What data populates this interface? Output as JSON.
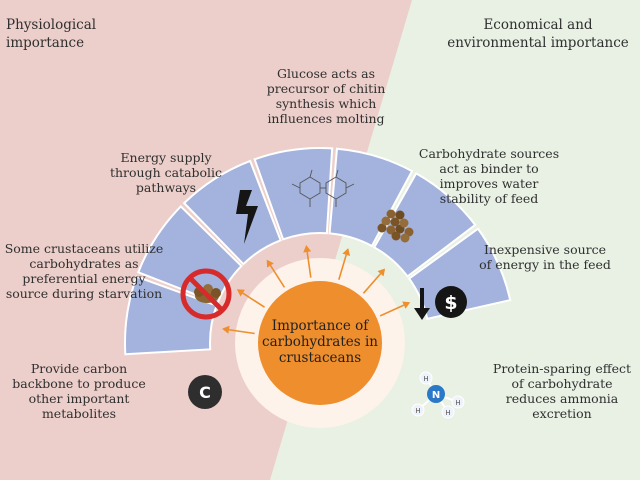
{
  "headers": {
    "physiological": "Physiological importance",
    "economical": "Economical and environmental importance"
  },
  "center": {
    "label": "Importance of carbohydrates in crustaceans"
  },
  "segments": [
    {
      "text": "Provide carbon backbone to produce other important metabolites",
      "icon": "carbon-icon",
      "glyph": "C"
    },
    {
      "text": "Some crustaceans utilize carbohydrates as preferential energy source during starvation",
      "icon": "no-food-icon"
    },
    {
      "text": "Energy supply through catabolic pathways",
      "icon": "lightning-icon"
    },
    {
      "text": "Glucose acts as precursor of chitin synthesis which influences molting",
      "icon": "chitin-structure-icon"
    },
    {
      "text": "Carbohydrate sources act as binder to improves water stability of feed",
      "icon": "feed-pellets-icon"
    },
    {
      "text": "Inexpensive source of energy in the feed",
      "icon": "down-arrow-dollar-icon",
      "glyph": "$"
    },
    {
      "text": "Protein-sparing effect of carbohydrate reduces ammonia excretion",
      "icon": "ammonia-molecule-icon",
      "atoms": [
        "N",
        "H",
        "H",
        "H",
        "H"
      ]
    }
  ],
  "colors": {
    "left_bg": "#eccfcb",
    "right_bg": "#e8f1e4",
    "segment": "#a3b3dd",
    "segment_stroke": "#ffffff",
    "center": "#ee8e2c",
    "arrow": "#ee8e2c",
    "inner_ring": "#fdf3ea"
  }
}
